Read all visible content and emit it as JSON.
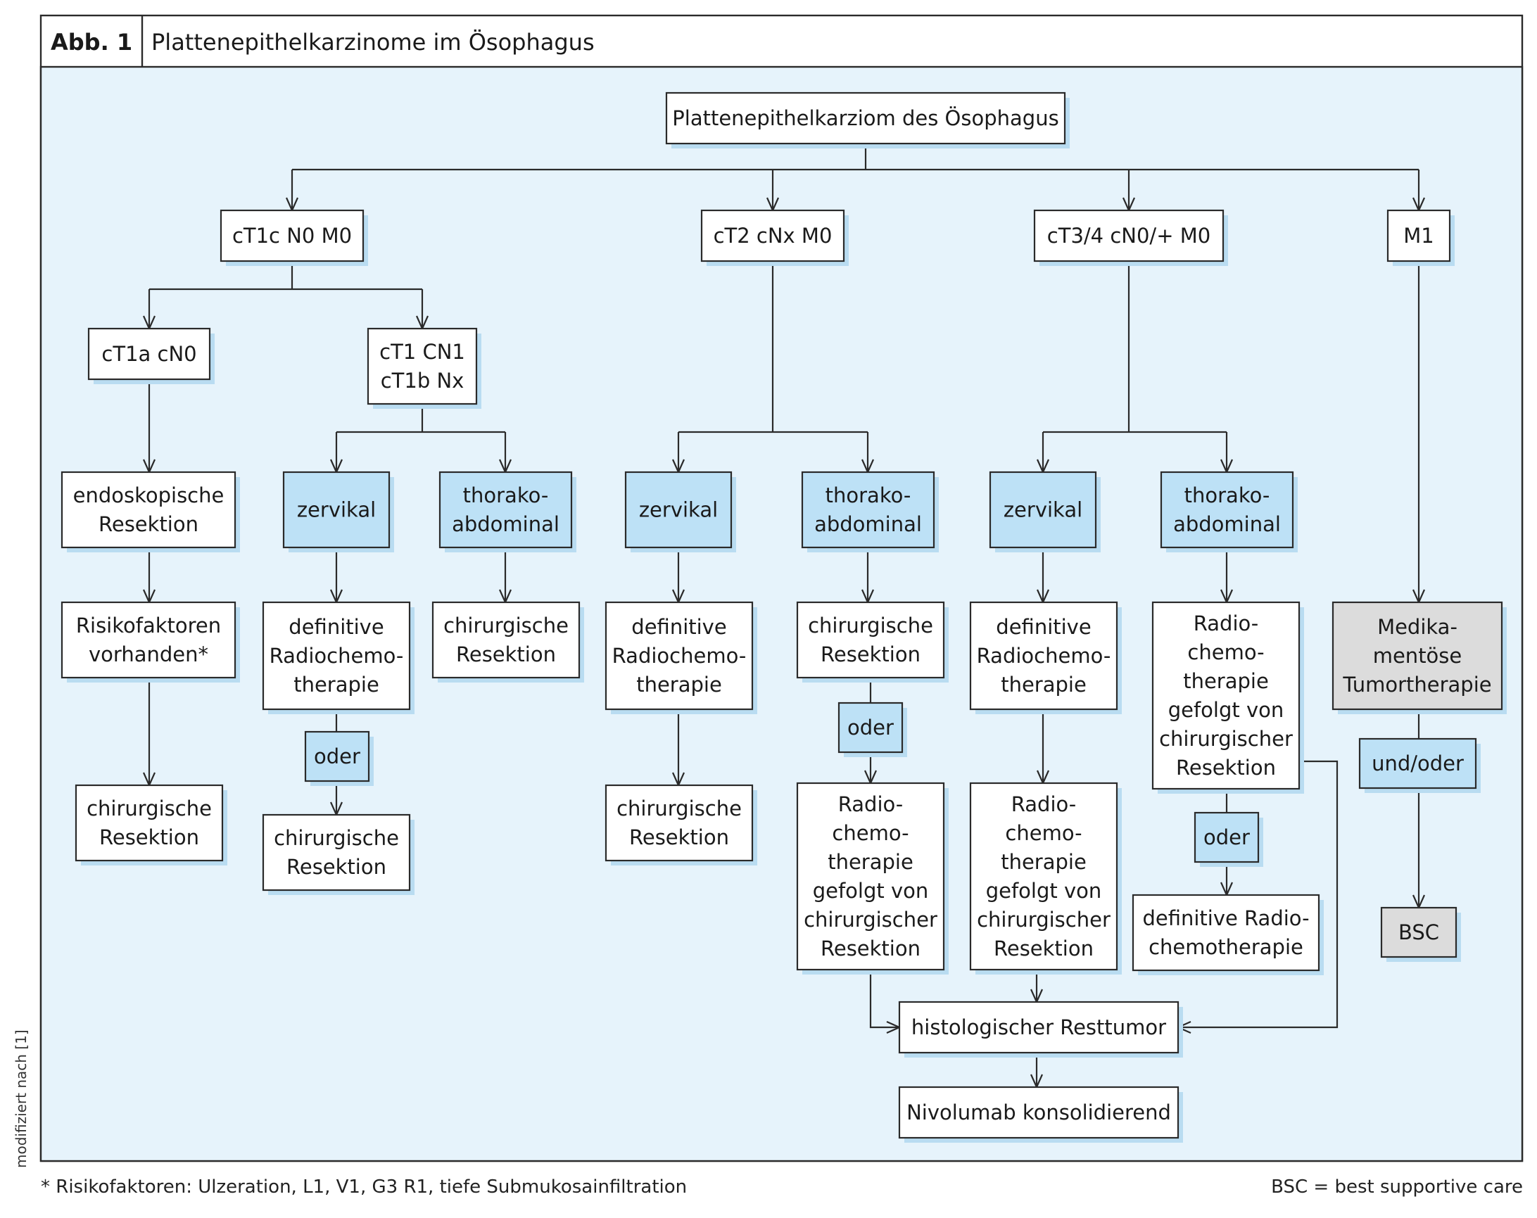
{
  "figure": {
    "label": "Abb. 1",
    "title": "Plattenepithelkarzinome im Ösophagus",
    "side_note": "modifiziert nach [1]",
    "footnote_left": "* Risikofaktoren: Ulzeration, L1, V1, G3 R1, tiefe Submukosainfiltration",
    "footnote_right": "BSC = best supportive care"
  },
  "colors": {
    "panel_bg": "#e6f3fb",
    "box_white": "#ffffff",
    "box_blue": "#bde1f6",
    "box_gray": "#dcdcdc",
    "stroke": "#2a2a2a",
    "shadow": "#b9dcf1"
  },
  "nodes": [
    {
      "id": "root",
      "style": "white",
      "lines": [
        "Plattenepithelkarziom des Ösophagus"
      ]
    },
    {
      "id": "t1c",
      "style": "white",
      "lines": [
        "cT1c N0 M0"
      ]
    },
    {
      "id": "t2",
      "style": "white",
      "lines": [
        "cT2 cNx M0"
      ]
    },
    {
      "id": "t34",
      "style": "white",
      "lines": [
        "cT3/4 cN0/+ M0"
      ]
    },
    {
      "id": "m1",
      "style": "white",
      "lines": [
        "M1"
      ]
    },
    {
      "id": "t1a",
      "style": "white",
      "lines": [
        "cT1a cN0"
      ]
    },
    {
      "id": "t1cn1",
      "style": "white",
      "lines": [
        "cT1 CN1",
        "cT1b Nx"
      ]
    },
    {
      "id": "endo",
      "style": "white",
      "lines": [
        "endoskopische",
        "Resektion"
      ]
    },
    {
      "id": "risk",
      "style": "white",
      "lines": [
        "Risikofaktoren",
        "vorhanden*"
      ]
    },
    {
      "id": "chir1",
      "style": "white",
      "lines": [
        "chirurgische",
        "Resektion"
      ]
    },
    {
      "id": "zerv1",
      "style": "blue",
      "lines": [
        "zervikal"
      ]
    },
    {
      "id": "tha1",
      "style": "blue",
      "lines": [
        "thorako-",
        "abdominal"
      ]
    },
    {
      "id": "drct1",
      "style": "white",
      "lines": [
        "definitive",
        "Radiochemo-",
        "therapie"
      ]
    },
    {
      "id": "oder1",
      "style": "blue",
      "lines": [
        "oder"
      ]
    },
    {
      "id": "chir2",
      "style": "white",
      "lines": [
        "chirurgische",
        "Resektion"
      ]
    },
    {
      "id": "chir3",
      "style": "white",
      "lines": [
        "chirurgische",
        "Resektion"
      ]
    },
    {
      "id": "zerv2",
      "style": "blue",
      "lines": [
        "zervikal"
      ]
    },
    {
      "id": "tha2",
      "style": "blue",
      "lines": [
        "thorako-",
        "abdominal"
      ]
    },
    {
      "id": "drct2",
      "style": "white",
      "lines": [
        "definitive",
        "Radiochemo-",
        "therapie"
      ]
    },
    {
      "id": "chir4",
      "style": "white",
      "lines": [
        "chirurgische",
        "Resektion"
      ]
    },
    {
      "id": "chir5",
      "style": "white",
      "lines": [
        "chirurgische",
        "Resektion"
      ]
    },
    {
      "id": "oder2",
      "style": "blue",
      "lines": [
        "oder"
      ]
    },
    {
      "id": "rct1",
      "style": "white",
      "lines": [
        "Radio-",
        "chemo-",
        "therapie",
        "gefolgt von",
        "chirurgischer",
        "Resektion"
      ]
    },
    {
      "id": "zerv3",
      "style": "blue",
      "lines": [
        "zervikal"
      ]
    },
    {
      "id": "tha3",
      "style": "blue",
      "lines": [
        "thorako-",
        "abdominal"
      ]
    },
    {
      "id": "drct3",
      "style": "white",
      "lines": [
        "definitive",
        "Radiochemo-",
        "therapie"
      ]
    },
    {
      "id": "rct2",
      "style": "white",
      "lines": [
        "Radio-",
        "chemo-",
        "therapie",
        "gefolgt von",
        "chirurgischer",
        "Resektion"
      ]
    },
    {
      "id": "rct3",
      "style": "white",
      "lines": [
        "Radio-",
        "chemo-",
        "therapie",
        "gefolgt von",
        "chirurgischer",
        "Resektion"
      ]
    },
    {
      "id": "oder3",
      "style": "blue",
      "lines": [
        "oder"
      ]
    },
    {
      "id": "drct4",
      "style": "white",
      "lines": [
        "definitive Radio-",
        "chemotherapie"
      ]
    },
    {
      "id": "med",
      "style": "gray",
      "lines": [
        "Medika-",
        "mentöse",
        "Tumortherapie"
      ]
    },
    {
      "id": "undoder",
      "style": "blue",
      "lines": [
        "und/oder"
      ]
    },
    {
      "id": "bsc",
      "style": "gray",
      "lines": [
        "BSC"
      ]
    },
    {
      "id": "rest",
      "style": "white",
      "lines": [
        "histologischer Resttumor"
      ]
    },
    {
      "id": "nivo",
      "style": "white",
      "lines": [
        "Nivolumab konsolidierend"
      ]
    }
  ]
}
